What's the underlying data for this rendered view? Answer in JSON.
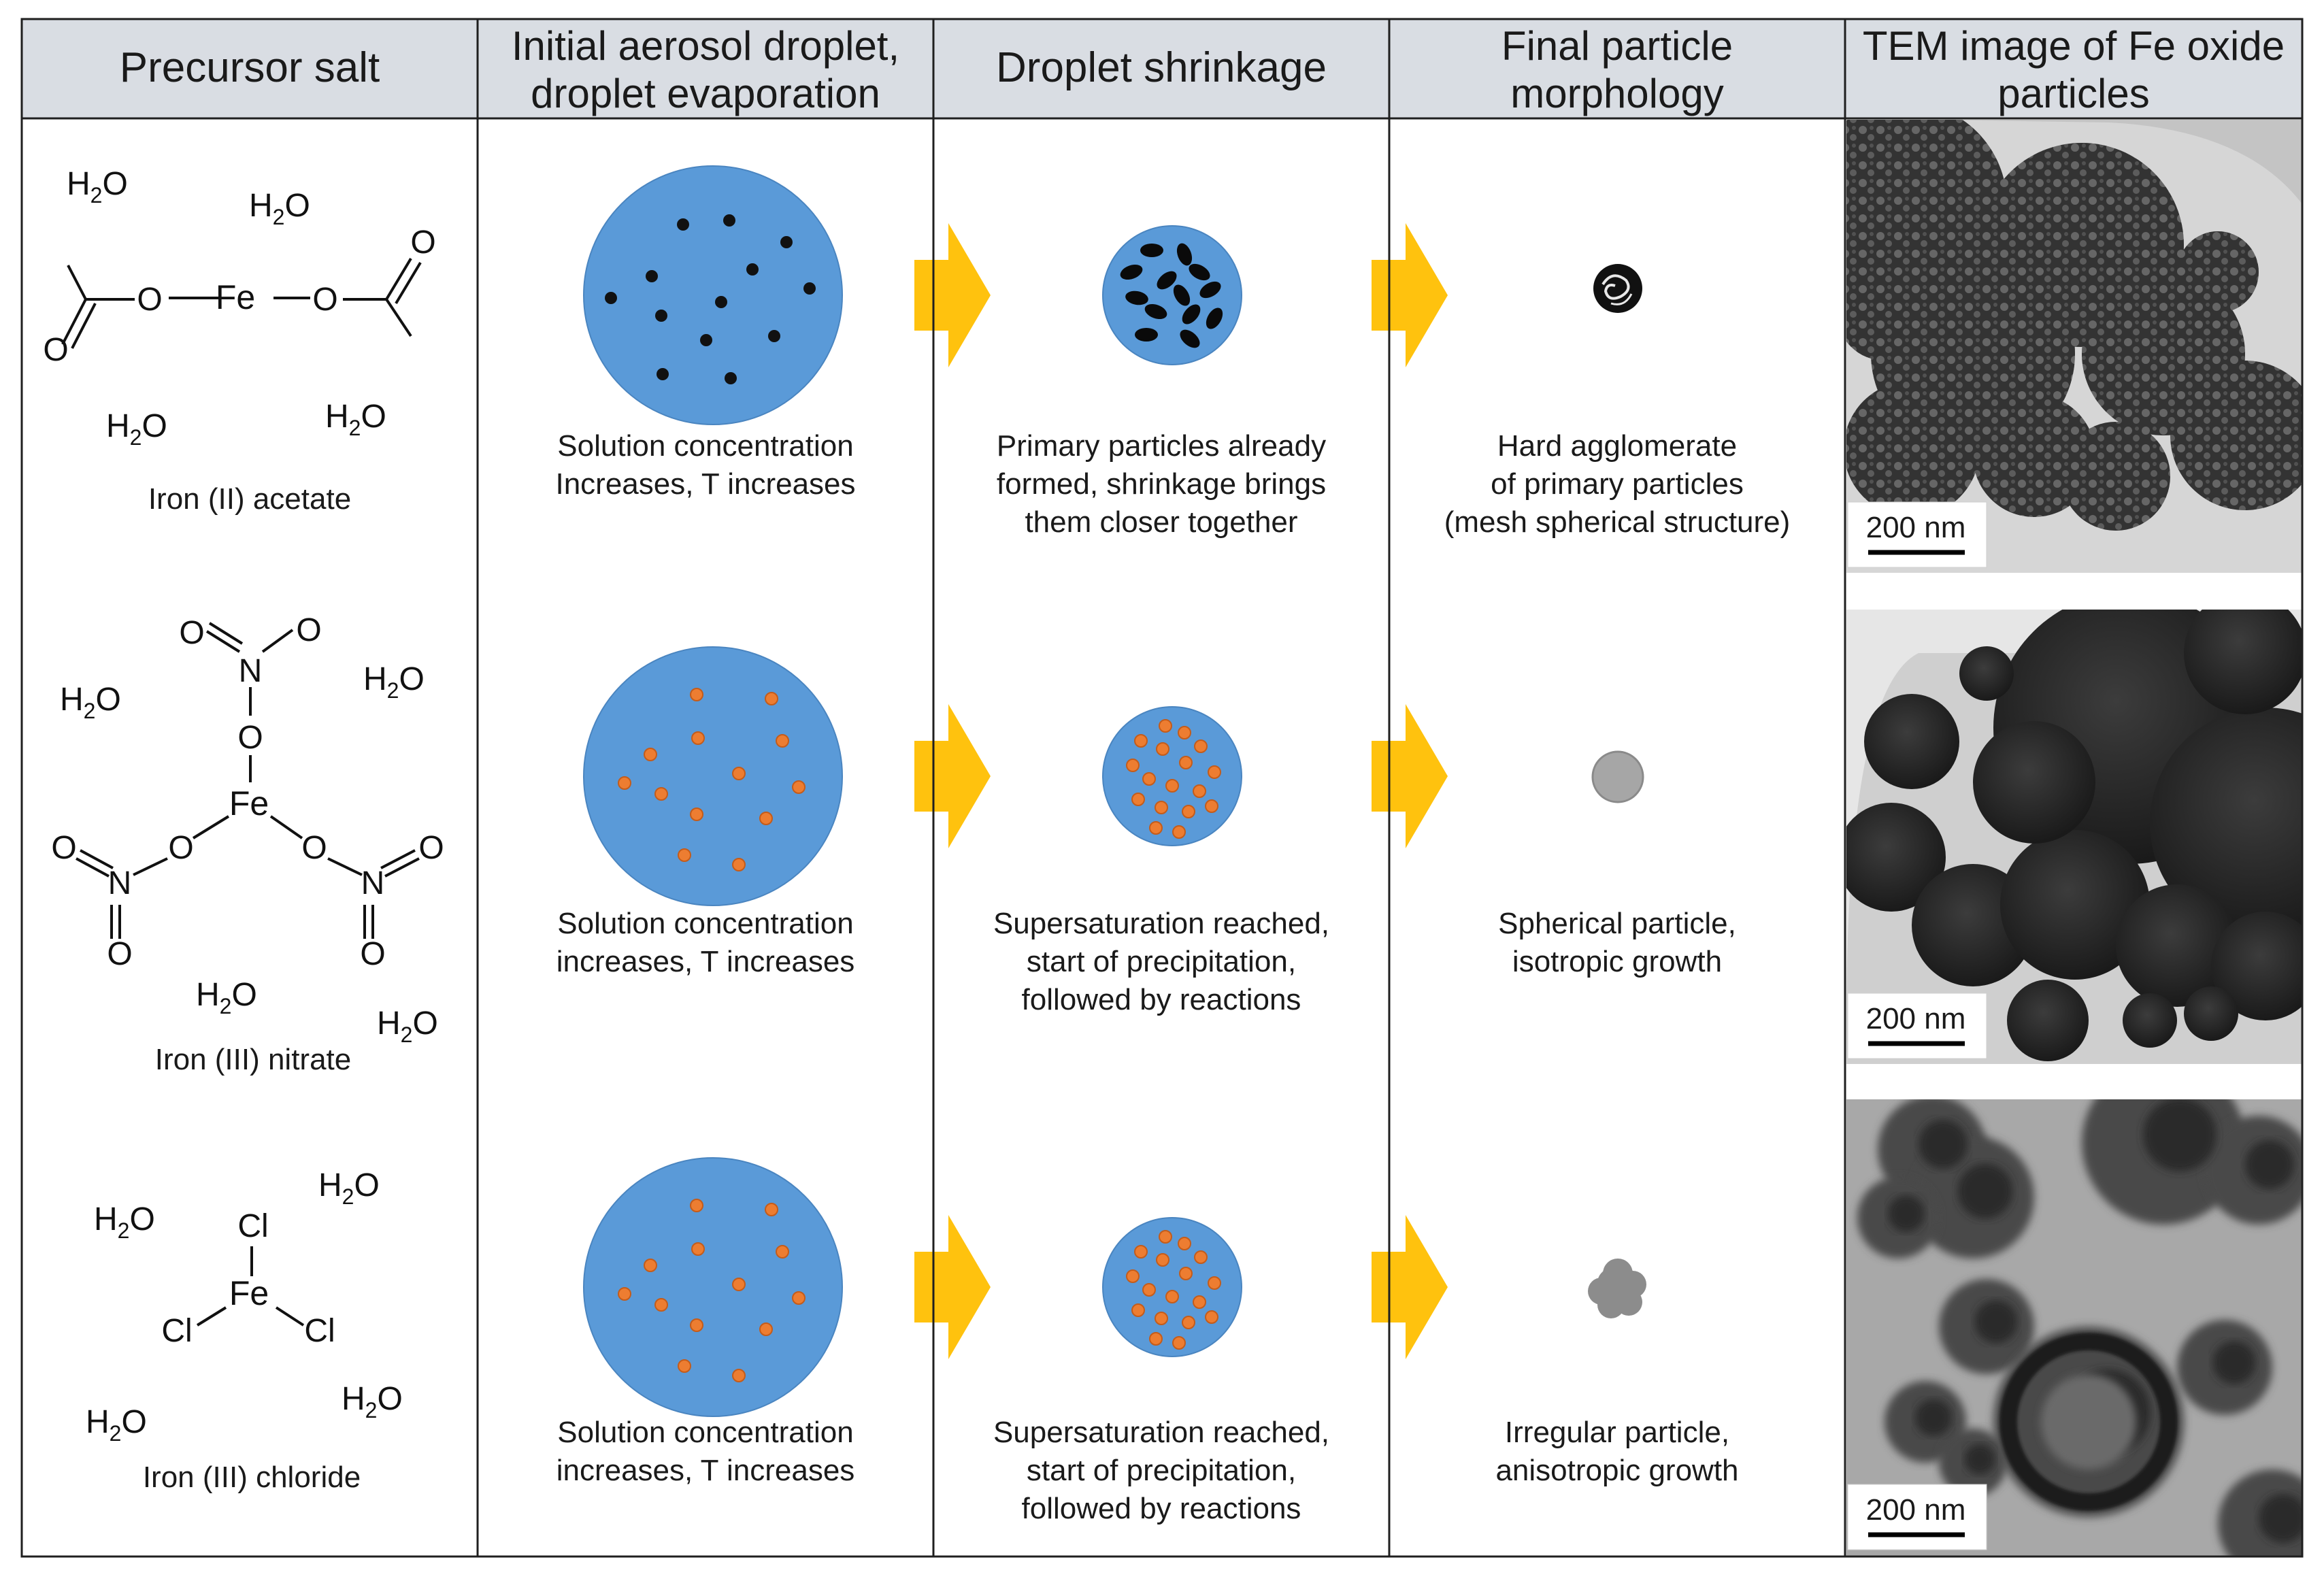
{
  "headers": [
    [
      "Precursor salt"
    ],
    [
      "Initial aerosol droplet,",
      "droplet evaporation"
    ],
    [
      "Droplet shrinkage"
    ],
    [
      "Final particle",
      "morphology"
    ],
    [
      "TEM image of Fe oxide",
      "particles"
    ]
  ],
  "colors": {
    "header_bg": "#d9dde3",
    "droplet": "#5a9ad8",
    "arrow": "#ffc20e",
    "orange_dot": "#ed7d31",
    "final_gray": "#a6a6a6"
  },
  "rows": [
    {
      "precursor": "Iron (II) acetate",
      "structure": {
        "waters": [
          "H2O",
          "H2O",
          "H2O",
          "H2O"
        ],
        "atoms": [
          "O",
          "O",
          "Fe",
          "O",
          "O"
        ]
      },
      "stage1": [
        "Solution concentration",
        "Increases, T increases"
      ],
      "stage2": [
        "Primary particles already",
        "formed, shrinkage brings",
        "them closer together"
      ],
      "stage3": [
        "Hard agglomerate",
        "of primary particles",
        "(mesh spherical structure)"
      ],
      "scale_bar": "200 nm",
      "dot_style": "black",
      "final_style": "agglomerate"
    },
    {
      "precursor": "Iron (III) nitrate",
      "structure": {
        "waters": [
          "H2O",
          "H2O",
          "H2O",
          "H2O"
        ],
        "atoms": [
          "O",
          "O",
          "N",
          "O",
          "Fe",
          "O",
          "O",
          "O",
          "N",
          "O",
          "N",
          "O",
          "O"
        ]
      },
      "stage1": [
        "Solution concentration",
        "increases, T increases"
      ],
      "stage2": [
        "Supersaturation reached,",
        "start of precipitation,",
        "followed by reactions"
      ],
      "stage3": [
        "Spherical particle,",
        "isotropic growth"
      ],
      "scale_bar": "200 nm",
      "dot_style": "orange",
      "final_style": "sphere"
    },
    {
      "precursor": "Iron (III) chloride",
      "structure": {
        "waters": [
          "H2O",
          "H2O",
          "H2O",
          "H2O"
        ],
        "atoms": [
          "Cl",
          "Fe",
          "Cl",
          "Cl"
        ]
      },
      "stage1": [
        "Solution concentration",
        "increases, T increases"
      ],
      "stage2": [
        "Supersaturation reached,",
        "start of precipitation,",
        "followed by reactions"
      ],
      "stage3": [
        "Irregular particle,",
        "anisotropic growth"
      ],
      "scale_bar": "200 nm",
      "dot_style": "orange",
      "final_style": "irregular"
    }
  ]
}
